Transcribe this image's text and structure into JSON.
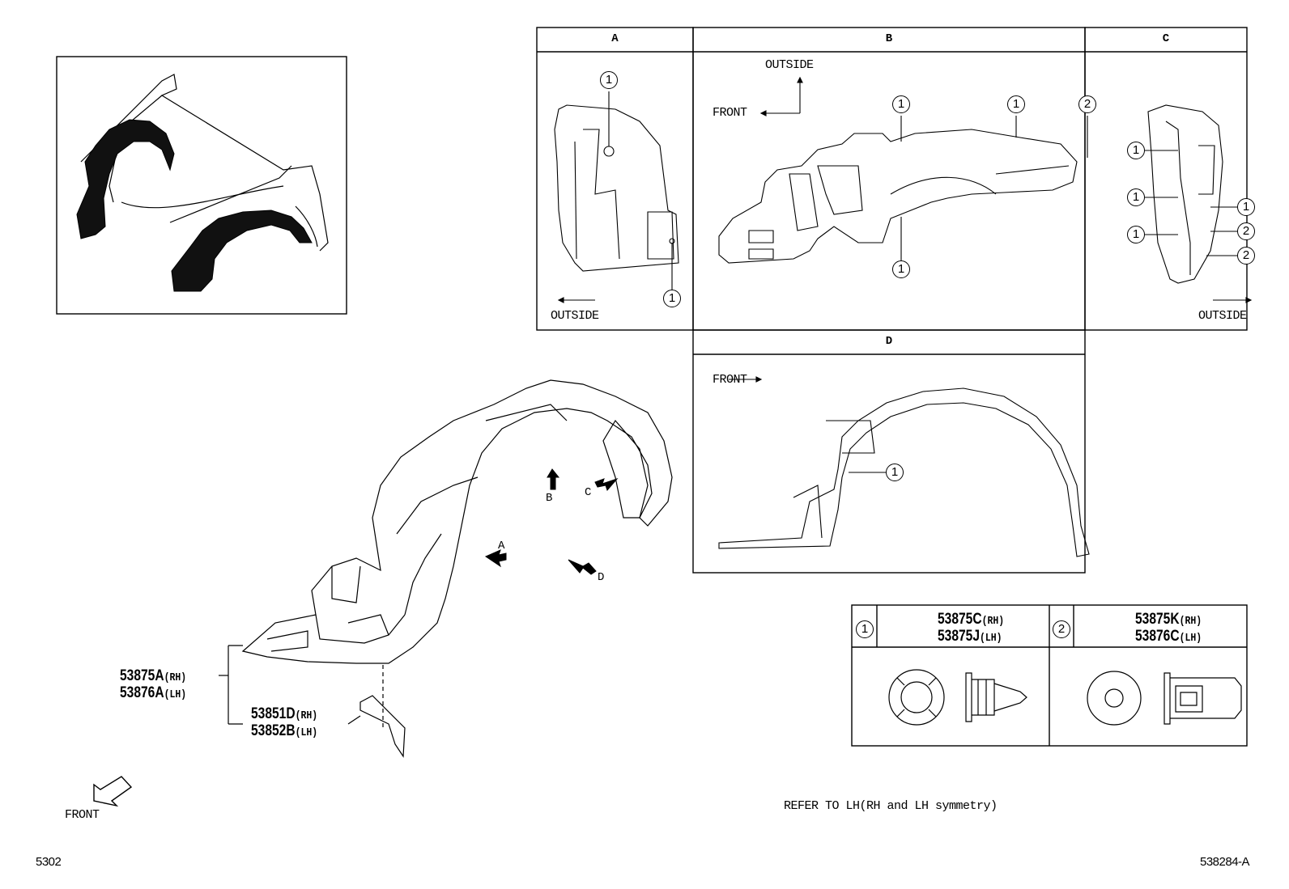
{
  "views": {
    "a": {
      "title": "A",
      "outside": "OUTSIDE"
    },
    "b": {
      "title": "B",
      "outside": "OUTSIDE",
      "front": "FRONT"
    },
    "c": {
      "title": "C",
      "outside": "OUTSIDE"
    },
    "d": {
      "title": "D",
      "front": "FRONT"
    }
  },
  "callout": "1",
  "callout2": "2",
  "arrows": {
    "a": "A",
    "b": "B",
    "c": "C",
    "d": "D"
  },
  "parts": {
    "liner_rh": "53875A",
    "liner_lh": "53876A",
    "bracket_rh": "53851D",
    "bracket_lh": "53852B",
    "rh": "(RH)",
    "lh": "(LH)"
  },
  "fasteners": {
    "f1": {
      "num": "1",
      "rh": "53875C",
      "lh": "53875J",
      "rh_tag": "(RH)",
      "lh_tag": "(LH)"
    },
    "f2": {
      "num": "2",
      "rh": "53875K",
      "lh": "53876C",
      "rh_tag": "(RH)",
      "lh_tag": "(LH)"
    }
  },
  "front_label": "FRONT",
  "note": "REFER TO LH(RH and LH symmetry)",
  "page_code": "5302",
  "diagram_id": "538284-A"
}
